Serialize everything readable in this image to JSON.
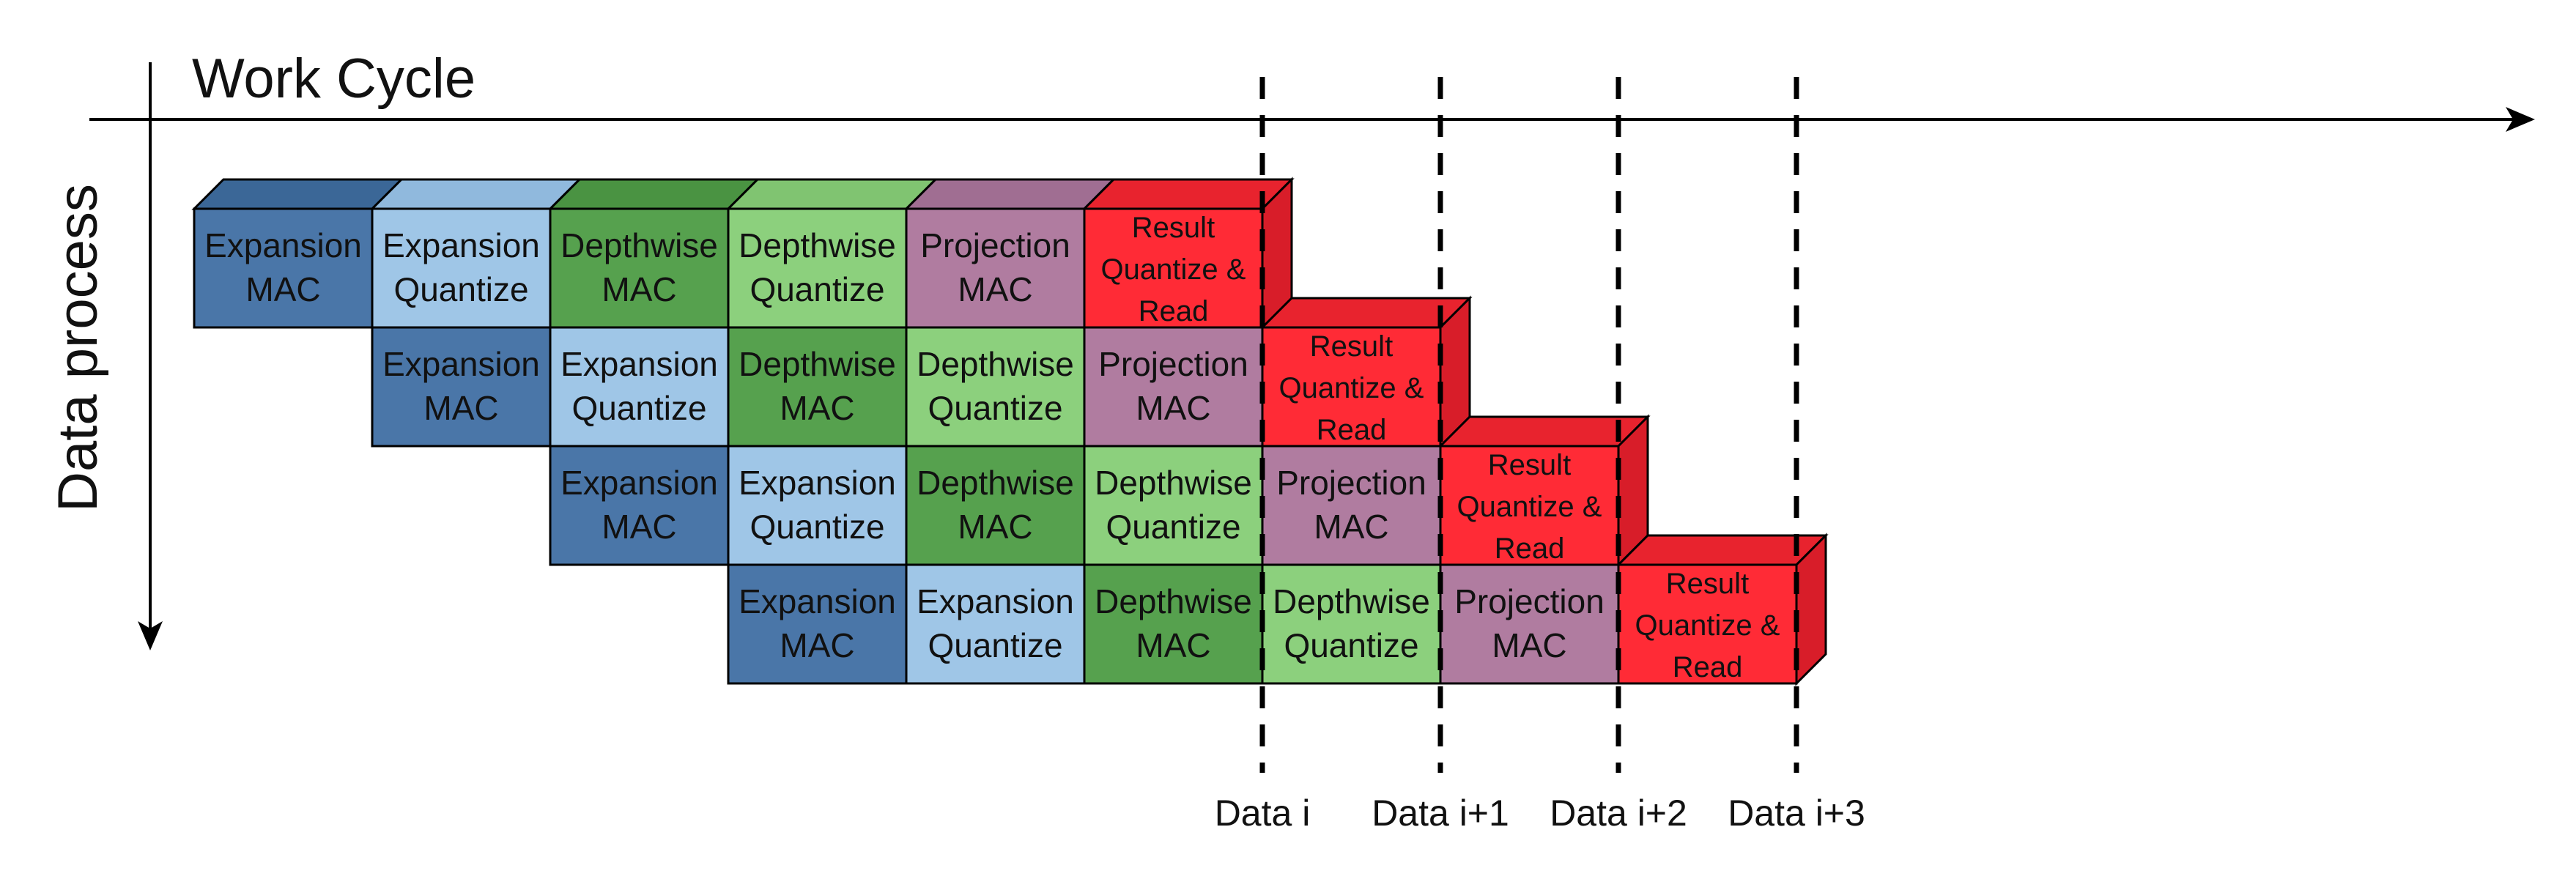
{
  "axes": {
    "x_title": "Work Cycle",
    "y_title": "Data process"
  },
  "stages": [
    {
      "id": "expansion_mac",
      "lines": [
        "Expansion",
        "MAC"
      ],
      "color": "#4a76a8",
      "top_color": "#3b6797"
    },
    {
      "id": "expansion_quantize",
      "lines": [
        "Expansion",
        "Quantize"
      ],
      "color": "#9fc6e7",
      "top_color": "#90b9dd"
    },
    {
      "id": "depthwise_mac",
      "lines": [
        "Depthwise",
        "MAC"
      ],
      "color": "#56a14e",
      "top_color": "#4a9342"
    },
    {
      "id": "depthwise_quantize",
      "lines": [
        "Depthwise",
        "Quantize"
      ],
      "color": "#8cd07d",
      "top_color": "#80c471"
    },
    {
      "id": "projection_mac",
      "lines": [
        "Projection",
        "MAC"
      ],
      "color": "#b07ca0",
      "top_color": "#a06e92"
    },
    {
      "id": "result_quantize_read",
      "lines": [
        "Result",
        "Quantize &",
        "Read"
      ],
      "color": "#ff2b36",
      "top_color": "#e8232e",
      "side_color": "#d81d29"
    }
  ],
  "rows": 4,
  "markers": [
    {
      "label": "Data i"
    },
    {
      "label": "Data i+1"
    },
    {
      "label": "Data i+2"
    },
    {
      "label": "Data i+3"
    }
  ]
}
